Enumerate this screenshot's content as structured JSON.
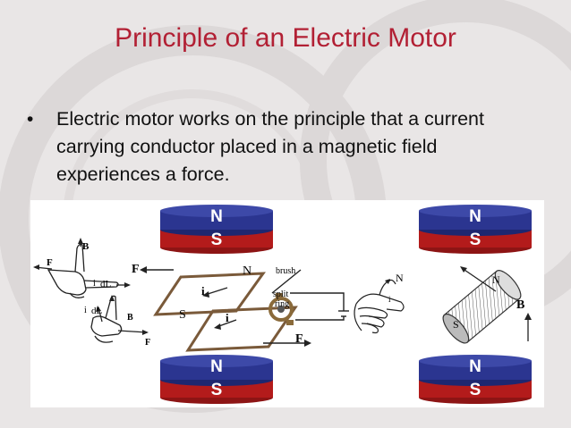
{
  "slide": {
    "title": "Principle of an Electric Motor",
    "bullet_symbol": "•",
    "bullet_text": "Electric motor works on the principle that a current carrying conductor placed in a magnetic field experiences a force."
  },
  "figure": {
    "magnet_n": "N",
    "magnet_s": "S",
    "labels": {
      "B": "B",
      "F": "F",
      "dL": "dL",
      "i": "i",
      "N": "N",
      "S": "S",
      "brush": "brush",
      "split": "split",
      "ring": "ring"
    }
  },
  "colors": {
    "title": "#b22034",
    "magnet_north": "#2b3590",
    "magnet_south": "#b31b1b"
  }
}
